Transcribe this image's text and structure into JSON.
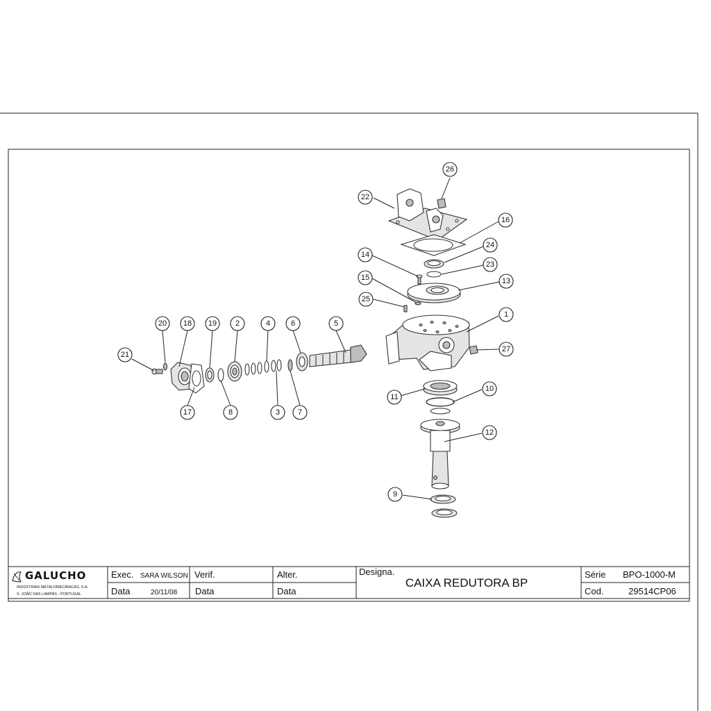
{
  "balloons": [
    {
      "id": "b1",
      "label": "1"
    },
    {
      "id": "b2",
      "label": "2"
    },
    {
      "id": "b3",
      "label": "3"
    },
    {
      "id": "b4",
      "label": "4"
    },
    {
      "id": "b5",
      "label": "5"
    },
    {
      "id": "b6",
      "label": "6"
    },
    {
      "id": "b7",
      "label": "7"
    },
    {
      "id": "b8",
      "label": "8"
    },
    {
      "id": "b9",
      "label": "9"
    },
    {
      "id": "b10",
      "label": "10"
    },
    {
      "id": "b11",
      "label": "11"
    },
    {
      "id": "b12",
      "label": "12"
    },
    {
      "id": "b13",
      "label": "13"
    },
    {
      "id": "b14",
      "label": "14"
    },
    {
      "id": "b15",
      "label": "15"
    },
    {
      "id": "b16",
      "label": "16"
    },
    {
      "id": "b17",
      "label": "17"
    },
    {
      "id": "b18",
      "label": "18"
    },
    {
      "id": "b19",
      "label": "19"
    },
    {
      "id": "b20",
      "label": "20"
    },
    {
      "id": "b21",
      "label": "21"
    },
    {
      "id": "b22",
      "label": "22"
    },
    {
      "id": "b23",
      "label": "23"
    },
    {
      "id": "b24",
      "label": "24"
    },
    {
      "id": "b25",
      "label": "25"
    },
    {
      "id": "b26",
      "label": "26"
    },
    {
      "id": "b27",
      "label": "27"
    }
  ],
  "title_block": {
    "logo": "GALUCHO",
    "company_line1": "INDÚSTRIAS METALOMECÂNICAS, S.A.",
    "company_line2": "S. JOÃO DAS LAMPAS - PORTUGAL",
    "exec_label": "Exec.",
    "exec_value": "SARA WILSON",
    "data_label": "Data",
    "data_value": "20/11/08",
    "verif_label": "Verif.",
    "verif_data_label": "Data",
    "alter_label": "Alter.",
    "alter_data_label": "Data",
    "designa_label": "Designa.",
    "designa_value": "CAIXA REDUTORA BP",
    "serie_label": "Série",
    "serie_value": "BPO-1000-M",
    "cod_label": "Cod.",
    "cod_value": "29514CP06"
  }
}
